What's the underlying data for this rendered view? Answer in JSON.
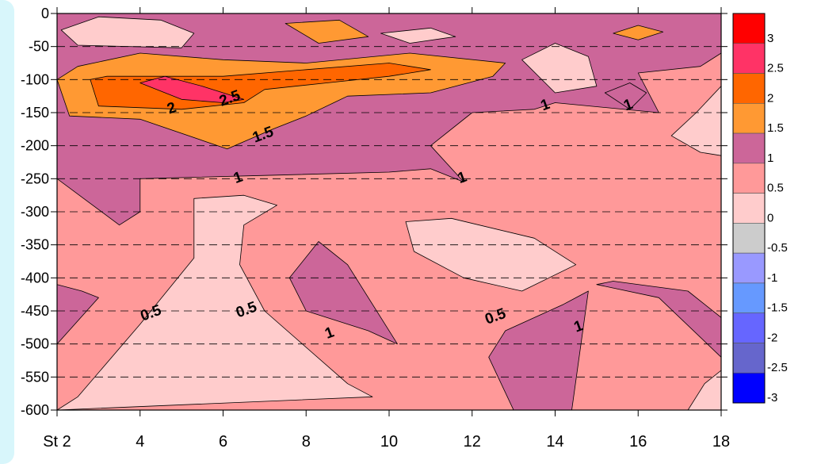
{
  "chart_data": {
    "type": "heatmap",
    "subtype": "contour",
    "title": "",
    "xlabel": "",
    "ylabel": "",
    "x_ticks": [
      "St 2",
      "4",
      "6",
      "8",
      "10",
      "12",
      "14",
      "16",
      "18"
    ],
    "x_tick_values": [
      2,
      4,
      6,
      8,
      10,
      12,
      14,
      16,
      18
    ],
    "xlim": [
      2,
      18
    ],
    "y_ticks": [
      0,
      -50,
      -100,
      -150,
      -200,
      -250,
      -300,
      -350,
      -400,
      -450,
      -500,
      -550,
      -600
    ],
    "ylim": [
      -600,
      0
    ],
    "grid": "horizontal dashed",
    "colorbar": {
      "position": "right",
      "levels": [
        "3",
        "2.5",
        "2",
        "1.5",
        "1",
        "0.5",
        "0",
        "-0.5",
        "-1",
        "-1.5",
        "-2",
        "-2.5",
        "-3"
      ],
      "colors": [
        "#ff0000",
        "#ff3366",
        "#ff6600",
        "#ff9933",
        "#cc6699",
        "#ff9999",
        "#ffcccc",
        "#cccccc",
        "#9999ff",
        "#6699ff",
        "#6666ff",
        "#6666cc",
        "#0000ff"
      ]
    },
    "regions": [
      {
        "level": 0.5,
        "color": "#ff9999",
        "points": [
          [
            2,
            0
          ],
          [
            18,
            0
          ],
          [
            18,
            -600
          ],
          [
            2,
            -600
          ]
        ]
      },
      {
        "level": 1,
        "color": "#cc6699",
        "points": [
          [
            2,
            -10
          ],
          [
            2,
            -250
          ],
          [
            3.5,
            -320
          ],
          [
            4,
            -300
          ],
          [
            4,
            -250
          ],
          [
            7,
            -245
          ],
          [
            10,
            -240
          ],
          [
            11,
            -235
          ],
          [
            11.8,
            -255
          ],
          [
            11,
            -200
          ],
          [
            12,
            -150
          ],
          [
            13.5,
            -145
          ],
          [
            14,
            -135
          ],
          [
            16.5,
            -150
          ],
          [
            16,
            -90
          ],
          [
            17.5,
            -80
          ],
          [
            18,
            -60
          ],
          [
            18,
            0
          ],
          [
            2,
            0
          ]
        ]
      },
      {
        "level": 0,
        "color": "#ffcccc",
        "points": [
          [
            2.1,
            -25
          ],
          [
            2.5,
            -48
          ],
          [
            5,
            -52
          ],
          [
            5.3,
            -30
          ],
          [
            4.5,
            -10
          ],
          [
            3,
            -5
          ]
        ]
      },
      {
        "level": 1.5,
        "color": "#ff9933",
        "points": [
          [
            2,
            -100
          ],
          [
            2.3,
            -155
          ],
          [
            4,
            -160
          ],
          [
            6.1,
            -205
          ],
          [
            7.2,
            -175
          ],
          [
            8,
            -155
          ],
          [
            9,
            -125
          ],
          [
            11,
            -120
          ],
          [
            12.5,
            -95
          ],
          [
            12.8,
            -75
          ],
          [
            10.5,
            -60
          ],
          [
            8,
            -75
          ],
          [
            6,
            -70
          ],
          [
            4,
            -60
          ],
          [
            2.5,
            -80
          ]
        ]
      },
      {
        "level": 2,
        "color": "#ff6600",
        "points": [
          [
            2.8,
            -100
          ],
          [
            3,
            -140
          ],
          [
            5,
            -145
          ],
          [
            6.5,
            -135
          ],
          [
            7,
            -115
          ],
          [
            8.5,
            -105
          ],
          [
            10,
            -95
          ],
          [
            11,
            -85
          ],
          [
            10,
            -75
          ],
          [
            8,
            -85
          ],
          [
            6,
            -95
          ],
          [
            4.5,
            -95
          ],
          [
            3.2,
            -95
          ]
        ]
      },
      {
        "level": 2.5,
        "color": "#ff3366",
        "points": [
          [
            4,
            -105
          ],
          [
            5,
            -130
          ],
          [
            6,
            -135
          ],
          [
            6.5,
            -130
          ],
          [
            5.5,
            -110
          ],
          [
            4.6,
            -95
          ]
        ]
      },
      {
        "level": 1.5,
        "color": "#ff9933",
        "points": [
          [
            7.5,
            -15
          ],
          [
            8.3,
            -45
          ],
          [
            9.5,
            -35
          ],
          [
            8.8,
            -10
          ]
        ]
      },
      {
        "level": 1.5,
        "color": "#ff9933",
        "points": [
          [
            15.4,
            -30
          ],
          [
            16,
            -40
          ],
          [
            16.6,
            -28
          ],
          [
            16,
            -18
          ]
        ]
      },
      {
        "level": 0,
        "color": "#ffcccc",
        "points": [
          [
            9.8,
            -30
          ],
          [
            10.5,
            -45
          ],
          [
            11.6,
            -35
          ],
          [
            11,
            -22
          ]
        ]
      },
      {
        "level": 0,
        "color": "#ffcccc",
        "points": [
          [
            13.2,
            -70
          ],
          [
            14,
            -120
          ],
          [
            15,
            -110
          ],
          [
            14.8,
            -65
          ],
          [
            14,
            -45
          ]
        ]
      },
      {
        "level": 0,
        "color": "#ffcccc",
        "points": [
          [
            16.8,
            -185
          ],
          [
            17.5,
            -210
          ],
          [
            18,
            -215
          ],
          [
            18,
            -110
          ],
          [
            17.4,
            -150
          ]
        ]
      },
      {
        "level": 1,
        "color": "#cc6699",
        "points": [
          [
            15.2,
            -120
          ],
          [
            15.8,
            -145
          ],
          [
            16.2,
            -120
          ],
          [
            15.8,
            -105
          ]
        ]
      },
      {
        "level": 0,
        "color": "#ffcccc",
        "points": [
          [
            2,
            -600
          ],
          [
            2.5,
            -580
          ],
          [
            4,
            -470
          ],
          [
            5.3,
            -370
          ],
          [
            5.3,
            -280
          ],
          [
            6.5,
            -275
          ],
          [
            7.3,
            -290
          ],
          [
            6.5,
            -320
          ],
          [
            6.4,
            -380
          ],
          [
            7,
            -450
          ],
          [
            9,
            -560
          ],
          [
            9.6,
            -580
          ],
          [
            2,
            -600
          ]
        ]
      },
      {
        "level": 1,
        "color": "#cc6699",
        "points": [
          [
            7.6,
            -400
          ],
          [
            8.3,
            -345
          ],
          [
            9,
            -380
          ],
          [
            10.2,
            -500
          ],
          [
            9.5,
            -480
          ],
          [
            8,
            -450
          ]
        ]
      },
      {
        "level": 0,
        "color": "#ffcccc",
        "points": [
          [
            10.4,
            -315
          ],
          [
            11.5,
            -310
          ],
          [
            13.5,
            -340
          ],
          [
            14.5,
            -380
          ],
          [
            13.2,
            -420
          ],
          [
            11.8,
            -400
          ],
          [
            10.6,
            -360
          ]
        ]
      },
      {
        "level": 1,
        "color": "#cc6699",
        "points": [
          [
            2,
            -410
          ],
          [
            2,
            -500
          ],
          [
            3,
            -430
          ],
          [
            2.6,
            -420
          ]
        ]
      },
      {
        "level": 1,
        "color": "#cc6699",
        "points": [
          [
            12.4,
            -520
          ],
          [
            13,
            -600
          ],
          [
            14.4,
            -600
          ],
          [
            14.8,
            -420
          ],
          [
            14.2,
            -440
          ],
          [
            12.8,
            -480
          ]
        ]
      },
      {
        "level": 1,
        "color": "#cc6699",
        "points": [
          [
            15,
            -410
          ],
          [
            16.5,
            -430
          ],
          [
            18,
            -520
          ],
          [
            18,
            -460
          ],
          [
            17.2,
            -420
          ],
          [
            15.4,
            -405
          ]
        ]
      },
      {
        "level": 0,
        "color": "#ffcccc",
        "points": [
          [
            17.2,
            -600
          ],
          [
            17.6,
            -560
          ],
          [
            18,
            -540
          ],
          [
            18,
            -600
          ]
        ]
      }
    ],
    "contour_labels": [
      {
        "text": "2",
        "x": 4.8,
        "y": -150
      },
      {
        "text": "2.5",
        "x": 6.2,
        "y": -135
      },
      {
        "text": "1.5",
        "x": 7,
        "y": -190
      },
      {
        "text": "1",
        "x": 6.4,
        "y": -255
      },
      {
        "text": "1",
        "x": 13.8,
        "y": -145
      },
      {
        "text": "1",
        "x": 15.8,
        "y": -145
      },
      {
        "text": "1",
        "x": 11.8,
        "y": -255
      },
      {
        "text": "0.5",
        "x": 4.3,
        "y": -460
      },
      {
        "text": "0.5",
        "x": 6.6,
        "y": -455
      },
      {
        "text": "1",
        "x": 8.6,
        "y": -490
      },
      {
        "text": "0.5",
        "x": 12.6,
        "y": -465
      },
      {
        "text": "1",
        "x": 14.6,
        "y": -480
      }
    ]
  }
}
